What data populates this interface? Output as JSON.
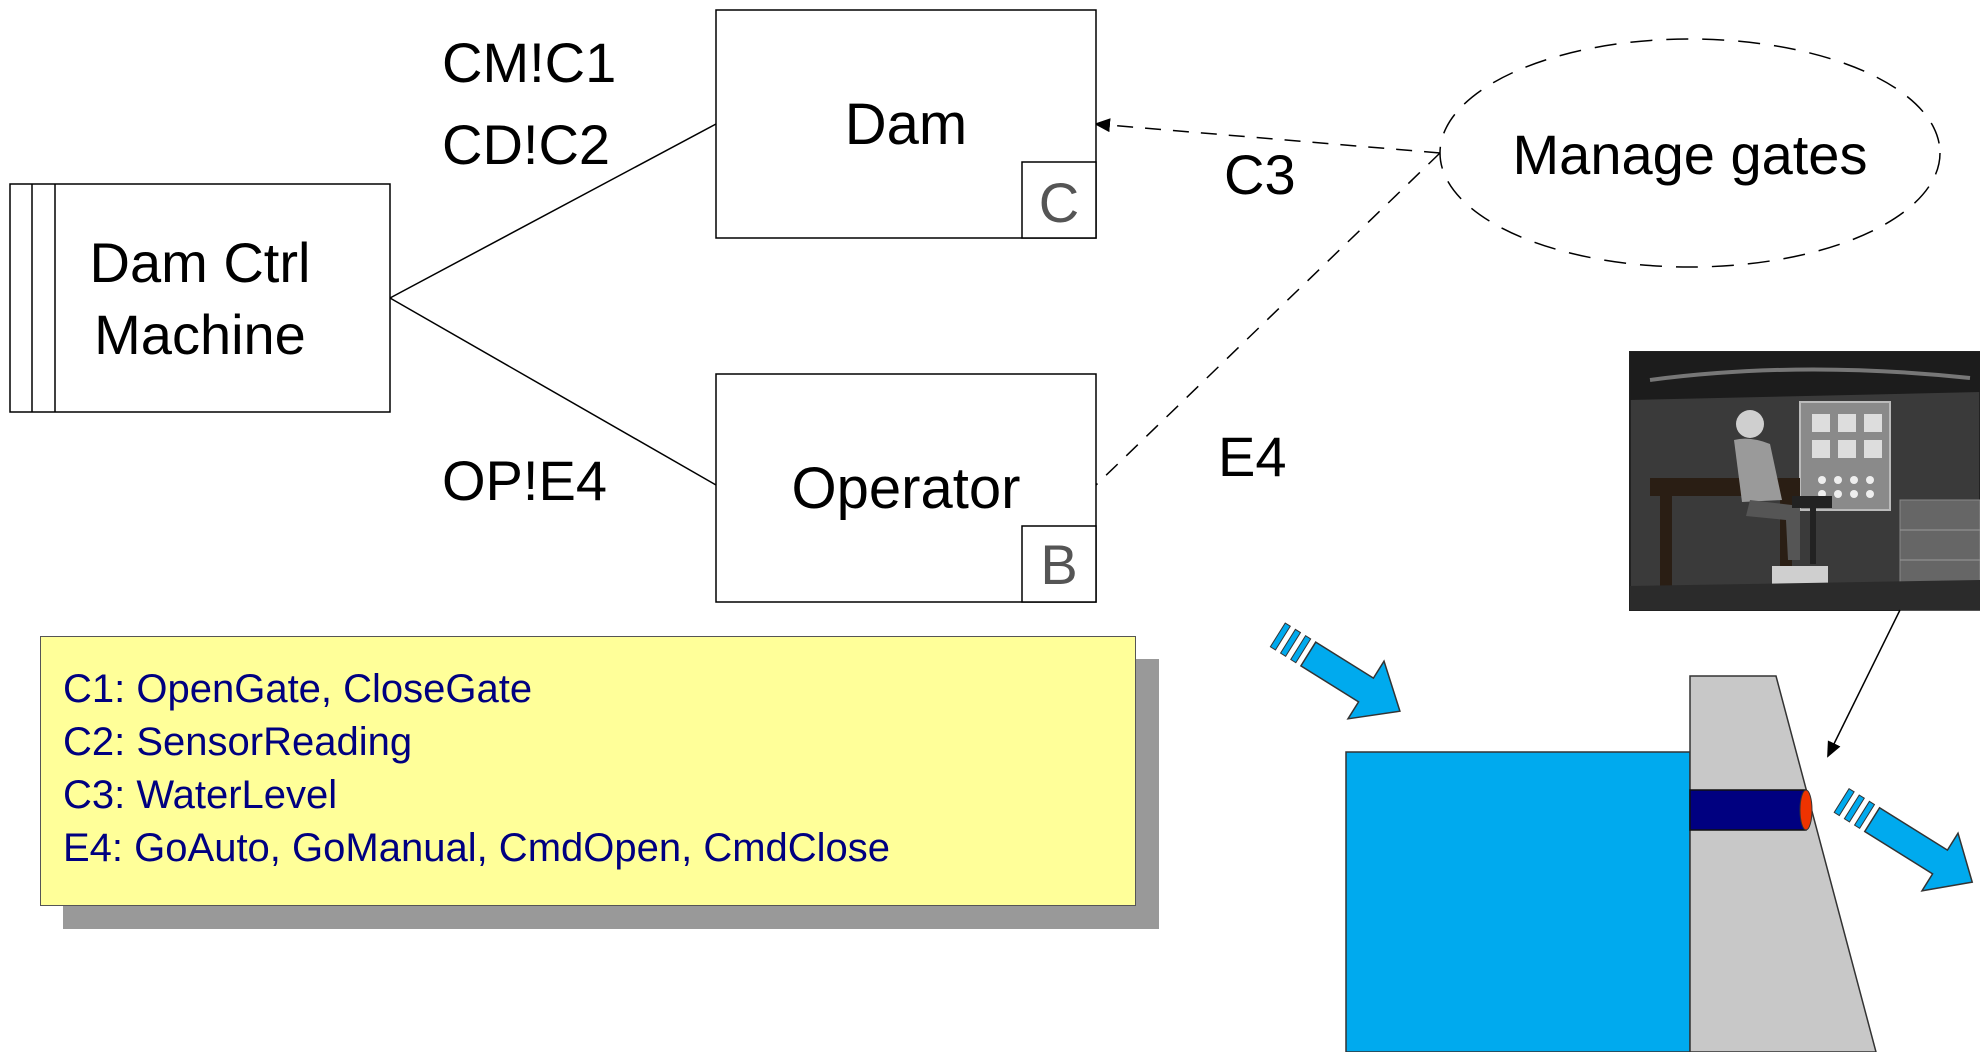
{
  "nodes": {
    "machine": "Dam Ctrl Machine",
    "machine_line1": "Dam Ctrl",
    "machine_line2": "Machine",
    "dam": "Dam",
    "dam_badge": "C",
    "operator": "Operator",
    "operator_badge": "B",
    "requirement": "Manage gates"
  },
  "interfaces": {
    "machine_dam_1": "CM!C1",
    "machine_dam_2": "CD!C2",
    "machine_operator": "OP!E4",
    "dam_requirement": "C3",
    "operator_requirement": "E4"
  },
  "legend": [
    "C1: OpenGate, CloseGate",
    "C2: SensorReading",
    "C3: WaterLevel",
    "E4: GoAuto, GoManual, CmdOpen, CmdClose"
  ],
  "colors": {
    "water": "#00aaee",
    "dam_wall": "#c8c8c8",
    "pipe": "#000080",
    "valve": "#ee3300",
    "legend_bg": "#ffff99",
    "legend_text": "#000080",
    "legend_shadow": "#999999"
  }
}
